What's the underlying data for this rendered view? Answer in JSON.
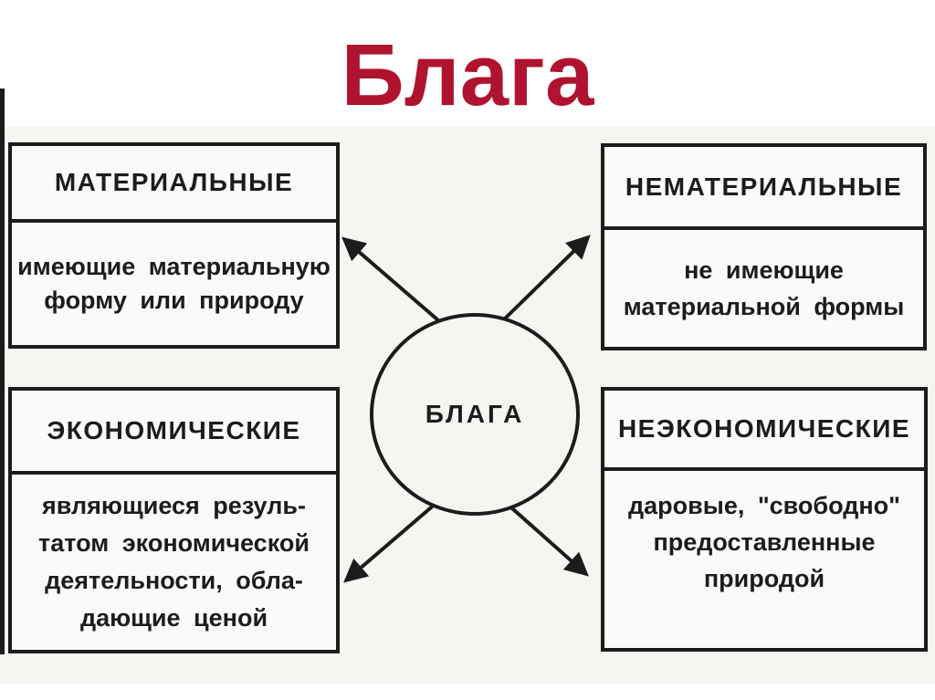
{
  "slide": {
    "title": "Блага",
    "title_color": "#AF1330",
    "ink_color": "#1c1c1c",
    "scan_background_color": "#f5f5f2"
  },
  "diagram": {
    "center_label": "БЛАГА",
    "boxes": {
      "material": {
        "header": "МАТЕРИАЛЬНЫЕ",
        "lines": [
          "имеющие материальную",
          "форму или природу"
        ]
      },
      "nonmaterial": {
        "header": "НЕМАТЕРИАЛЬНЫЕ",
        "lines": [
          "не имеющие",
          "материальной формы"
        ]
      },
      "economic": {
        "header": "ЭКОНОМИЧЕСКИЕ",
        "lines": [
          "являющиеся резуль-",
          "татом экономической",
          "деятельности, обла-",
          "дающие ценой"
        ]
      },
      "noneconomic": {
        "header": "НЕЭКОНОМИЧЕСКИЕ",
        "lines": [
          "даровые, \"свободно\"",
          "предоставленные",
          "природой"
        ]
      }
    }
  }
}
